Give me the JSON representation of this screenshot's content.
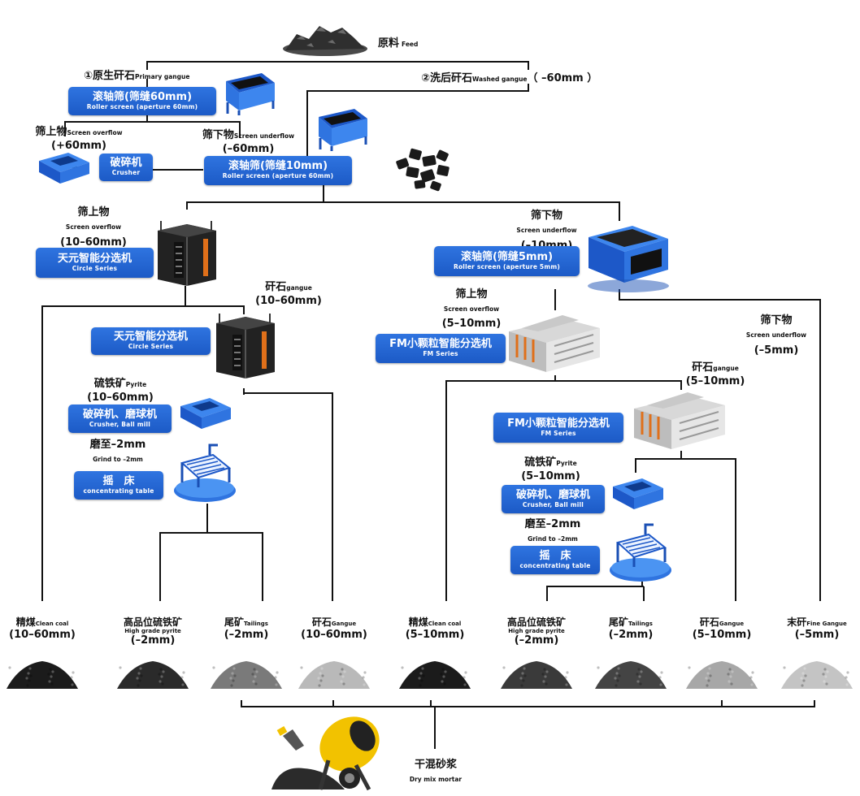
{
  "feed": {
    "cn": "原料",
    "en": "Feed"
  },
  "primary_gangue": {
    "cn": "①原生矸石",
    "en": "Primary gangue"
  },
  "washed_gangue": {
    "cn": "②洗后矸石",
    "en": "Washed gangue",
    "size": "（ –60mm ）"
  },
  "roller60": {
    "cn": "滚轴筛(筛缝60mm)",
    "en": "Roller screen (aperture 60mm)"
  },
  "overflow1": {
    "cn": "筛上物",
    "en": "Screen overflow",
    "size": "(+60mm)"
  },
  "underflow1": {
    "cn": "筛下物",
    "en": "Screen underflow",
    "size": "(–60mm)"
  },
  "crusher1": {
    "cn": "破碎机",
    "en": "Crusher"
  },
  "roller10": {
    "cn": "滚轴筛(筛缝10mm)",
    "en": "Roller screen (aperture 60mm)"
  },
  "overflow2": {
    "cn": "筛上物",
    "en": "Screen overflow",
    "size": "(10–60mm)"
  },
  "underflow2": {
    "cn": "筛下物",
    "en": "Screen underflow",
    "size": "(–10mm)"
  },
  "circle1": {
    "cn": "天元智能分选机",
    "en": "Circle Series"
  },
  "gangue1": {
    "cn": "矸石",
    "en": "gangue",
    "size": "(10–60mm)"
  },
  "circle2": {
    "cn": "天元智能分选机",
    "en": "Circle Series"
  },
  "pyrite1": {
    "cn": "硫铁矿",
    "en": "Pyrite",
    "size": "(10–60mm)"
  },
  "crushball1": {
    "cn": "破碎机、磨球机",
    "en": "Crusher, Ball mill"
  },
  "grind1": {
    "cn": "磨至–2mm",
    "en": "Grind to –2mm"
  },
  "table1": {
    "cn": "摇　床",
    "en": "concentrating table"
  },
  "roller5": {
    "cn": "滚轴筛(筛缝5mm)",
    "en": "Roller screen (aperture 5mm)"
  },
  "overflow3": {
    "cn": "筛上物",
    "en": "Screen overflow",
    "size": "(5–10mm)"
  },
  "underflow3": {
    "cn": "筛下物",
    "en": "Screen underflow",
    "size": "(–5mm)"
  },
  "fm1": {
    "cn": "FM小颗粒智能分选机",
    "en": "FM Series"
  },
  "gangue2": {
    "cn": "矸石",
    "en": "gangue",
    "size": "(5–10mm)"
  },
  "fm2": {
    "cn": "FM小颗粒智能分选机",
    "en": "FM Series"
  },
  "pyrite2": {
    "cn": "硫铁矿",
    "en": "Pyrite",
    "size": "(5–10mm)"
  },
  "crushball2": {
    "cn": "破碎机、磨球机",
    "en": "Crusher, Ball mill"
  },
  "grind2": {
    "cn": "磨至–2mm",
    "en": "Grind to –2mm"
  },
  "table2": {
    "cn": "摇　床",
    "en": "concentrating table"
  },
  "products": [
    {
      "cn": "精煤",
      "en": "Clean coal",
      "sub": "",
      "size": "(10–60mm)",
      "color": "#1b1b1b"
    },
    {
      "cn": "高品位硫铁矿",
      "en": "",
      "sub": "High grade pyrite",
      "size": "(–2mm)",
      "color": "#2a2a2a"
    },
    {
      "cn": "尾矿",
      "en": "Tailings",
      "sub": "",
      "size": "(–2mm)",
      "color": "#7a7a7a"
    },
    {
      "cn": "矸石",
      "en": "Gangue",
      "sub": "",
      "size": "(10–60mm)",
      "color": "#b9b9b9"
    },
    {
      "cn": "精煤",
      "en": "Clean coal",
      "sub": "",
      "size": "(5–10mm)",
      "color": "#1b1b1b"
    },
    {
      "cn": "高品位硫铁矿",
      "en": "",
      "sub": "High grade pyrite",
      "size": "(–2mm)",
      "color": "#3a3a3a"
    },
    {
      "cn": "尾矿",
      "en": "Tailings",
      "sub": "",
      "size": "(–2mm)",
      "color": "#444444"
    },
    {
      "cn": "矸石",
      "en": "Gangue",
      "sub": "",
      "size": "(5–10mm)",
      "color": "#a7a7a7"
    },
    {
      "cn": "末矸",
      "en": "Fine Gangue",
      "sub": "",
      "size": "(–5mm)",
      "color": "#c4c4c4"
    }
  ],
  "mortar": {
    "cn": "干混砂浆",
    "en": "Dry mix mortar"
  },
  "colors": {
    "box": "#1f5fd0",
    "machine": "#2d6fd8",
    "line": "#111111",
    "mixer": "#f2c200"
  }
}
